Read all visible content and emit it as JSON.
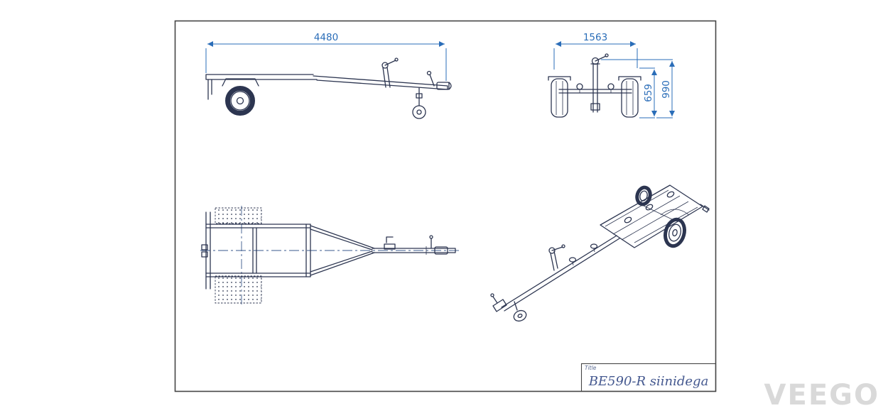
{
  "sheet": {
    "watermark": "VEEGO",
    "title_block": {
      "label": "Title",
      "value": "BE590-R siinidega"
    }
  },
  "dimensions": {
    "overall_length_mm": "4480",
    "overall_width_mm": "1563",
    "frame_height_mm": "659",
    "overall_height_mm": "990"
  },
  "colors": {
    "geometry_line": "#2c3550",
    "dimension_line": "#2a6db8",
    "title_text": "#44588f",
    "watermark": "#d9d9d9",
    "sheet_border": "#454545"
  }
}
